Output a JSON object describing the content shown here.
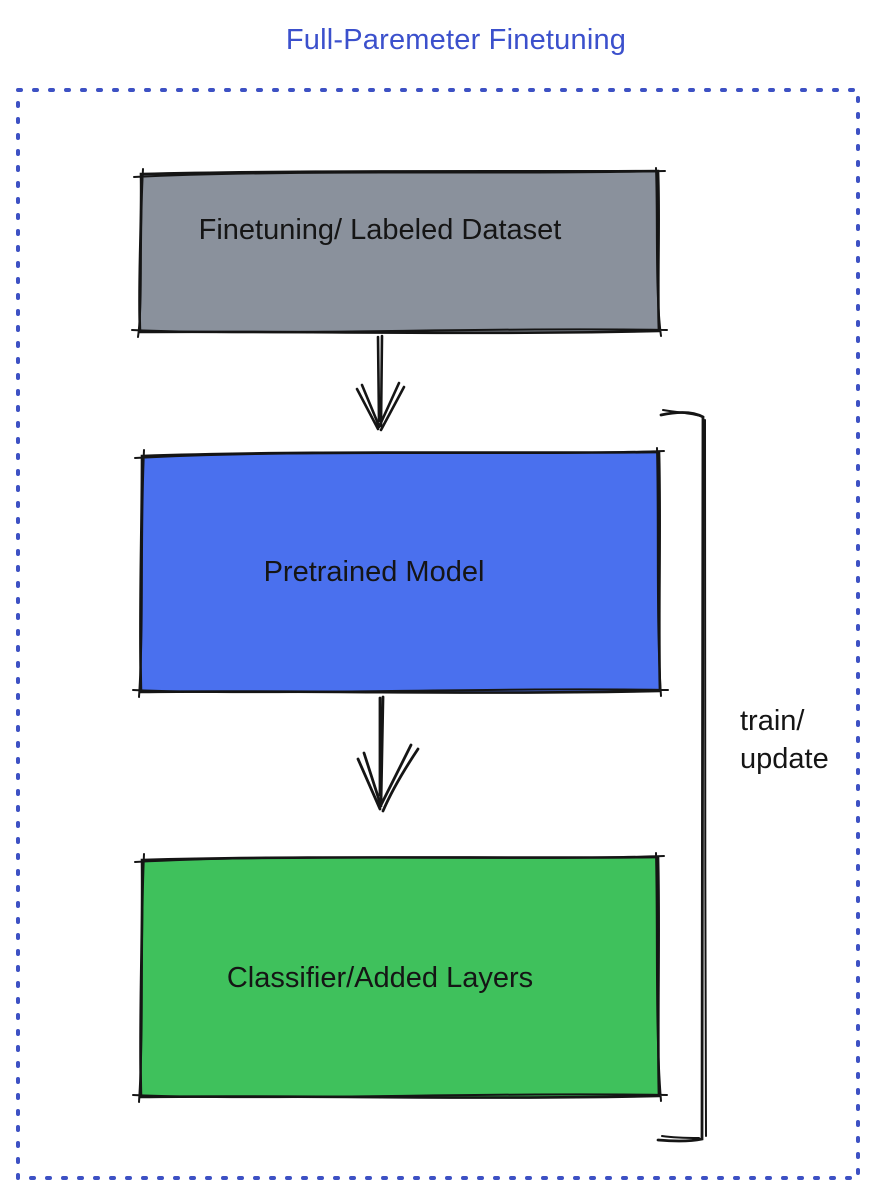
{
  "title": "Full-Paremeter Finetuning",
  "colors": {
    "title_blue": "#3b50cc",
    "dashed_border_blue": "#3d51c4",
    "stroke_black": "#151515",
    "dataset_box_gray": "#8a919c",
    "pretrained_box_blue": "#4a70ee",
    "classifier_box_green": "#3fc15c"
  },
  "boxes": [
    {
      "name": "finetuning-dataset",
      "label": "Finetuning/ Labeled Dataset",
      "color": "#8a919c"
    },
    {
      "name": "pretrained-model",
      "label": "Pretrained Model",
      "color": "#4a70ee"
    },
    {
      "name": "classifier-added-layers",
      "label": "Classifier/Added Layers",
      "color": "#3fc15c"
    }
  ],
  "arrows": [
    {
      "name": "dataset-to-pretrained",
      "direction": "down"
    },
    {
      "name": "pretrained-to-classifier",
      "direction": "down"
    }
  ],
  "bracket": {
    "label_line1": "train/",
    "label_line2": "update"
  }
}
